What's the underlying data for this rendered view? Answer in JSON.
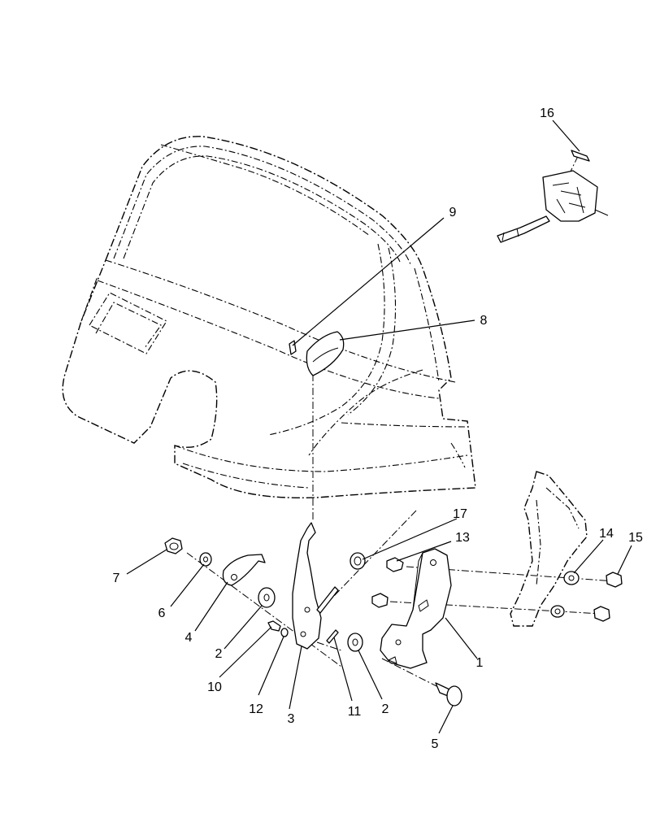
{
  "diagram": {
    "callouts": [
      {
        "id": "c1",
        "text": "1"
      },
      {
        "id": "c2a",
        "text": "2"
      },
      {
        "id": "c2b",
        "text": "2"
      },
      {
        "id": "c3",
        "text": "3"
      },
      {
        "id": "c4",
        "text": "4"
      },
      {
        "id": "c5",
        "text": "5"
      },
      {
        "id": "c6",
        "text": "6"
      },
      {
        "id": "c7",
        "text": "7"
      },
      {
        "id": "c8",
        "text": "8"
      },
      {
        "id": "c9",
        "text": "9"
      },
      {
        "id": "c10",
        "text": "10"
      },
      {
        "id": "c11",
        "text": "11"
      },
      {
        "id": "c12",
        "text": "12"
      },
      {
        "id": "c13",
        "text": "13"
      },
      {
        "id": "c14",
        "text": "14"
      },
      {
        "id": "c15",
        "text": "15"
      },
      {
        "id": "c16",
        "text": "16"
      },
      {
        "id": "c17",
        "text": "17"
      }
    ]
  }
}
